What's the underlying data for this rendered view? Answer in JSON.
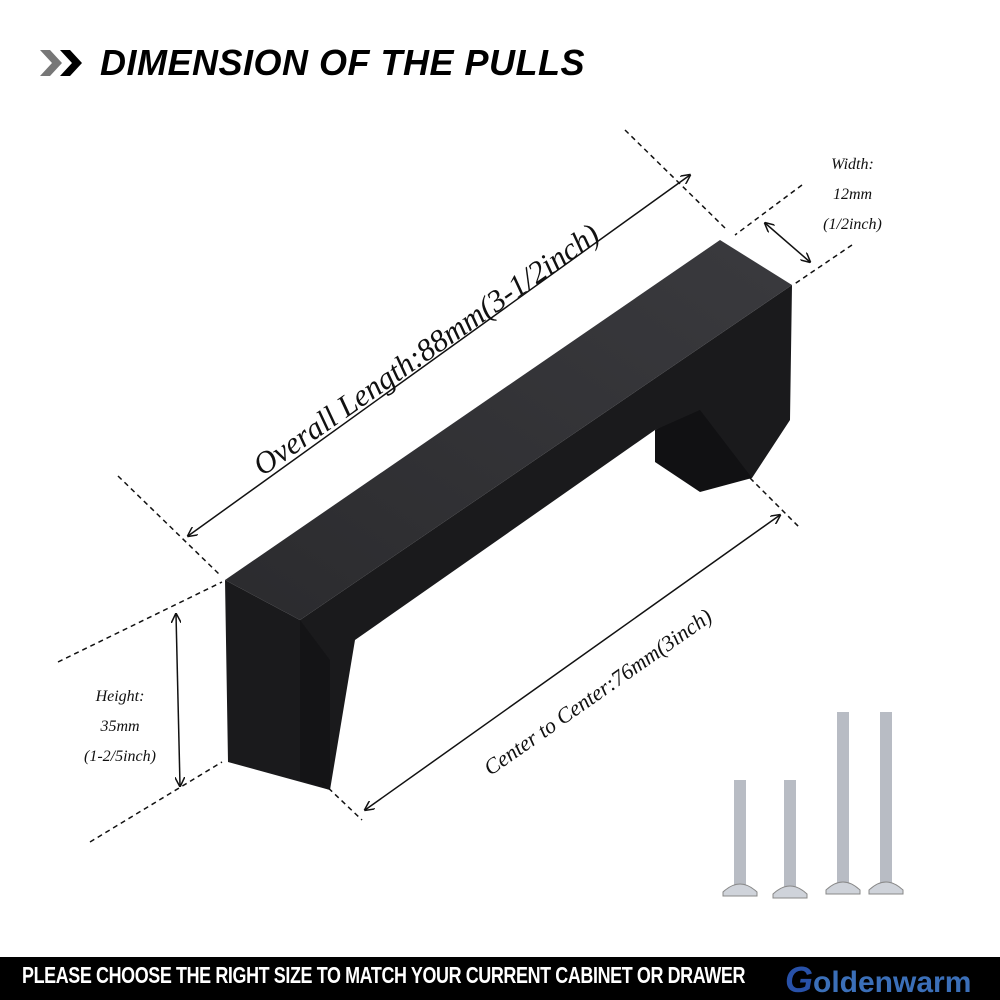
{
  "header": {
    "title": "DIMENSION OF THE PULLS",
    "icon": "double-chevron-right-icon"
  },
  "dimensions": {
    "overall_length": "Overall Length:88mm(3-1/2inch)",
    "center_to_center": "Center to Center:76mm(3inch)",
    "width": {
      "label": "Width:",
      "metric": "12mm",
      "imperial": "(1/2inch)"
    },
    "height": {
      "label": "Height:",
      "metric": "35mm",
      "imperial": "(1-2/5inch)"
    }
  },
  "footer": {
    "text": "PLEASE CHOOSE THE RIGHT SIZE TO MATCH YOUR CURRENT CABINET OR DRAWER",
    "brand": "Goldenwarm",
    "brand_initial": "G",
    "brand_rest": "oldenwarm"
  },
  "colors": {
    "product": "#1a1a1c",
    "banner": "#000000",
    "brand": "#3b6fb8"
  }
}
